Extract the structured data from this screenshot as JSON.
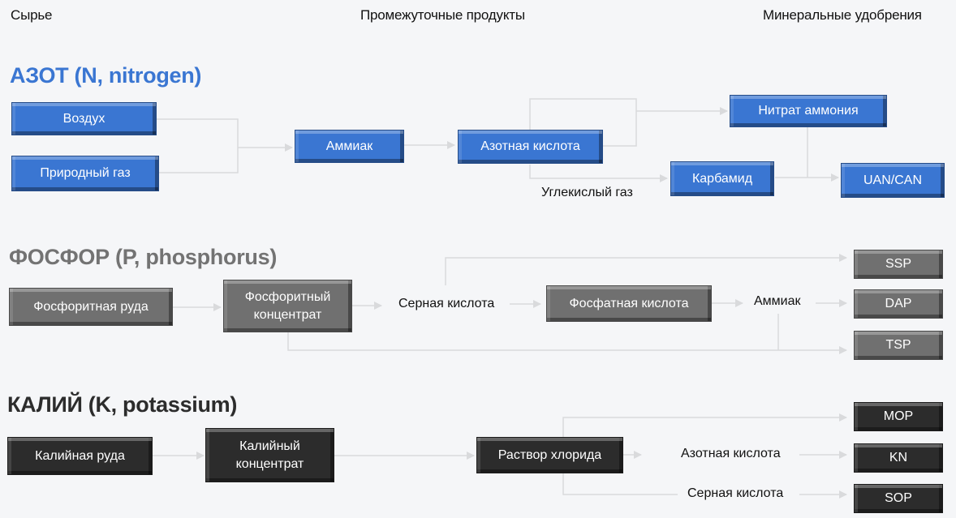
{
  "columns": {
    "raw": "Сырье",
    "intermediate": "Промежуточные продукты",
    "fertilizers": "Минеральные удобрения"
  },
  "colors": {
    "nitrogen": "#3a76d2",
    "phosphorus": "#707070",
    "potassium": "#2c2c2c",
    "connector": "#d9dadc"
  },
  "nitrogen": {
    "title": "АЗОТ (N, nitrogen)",
    "nodes": {
      "air": "Воздух",
      "natural_gas": "Природный газ",
      "ammonia": "Аммиак",
      "nitric_acid": "Азотная кислота",
      "ammonium_nitrate": "Нитрат аммония",
      "urea": "Карбамид",
      "uan_can": "UAN/CAN"
    },
    "labels": {
      "co2": "Углекислый газ"
    }
  },
  "phosphorus": {
    "title": "ФОСФОР (P, phosphorus)",
    "nodes": {
      "ore": "Фосфоритная руда",
      "concentrate": "Фосфоритный концентрат",
      "phosphoric_acid": "Фосфатная кислота",
      "ssp": "SSP",
      "dap": "DAP",
      "tsp": "TSP"
    },
    "labels": {
      "sulfuric_acid": "Серная кислота",
      "ammonia": "Аммиак"
    }
  },
  "potassium": {
    "title": "КАЛИЙ (K, potassium)",
    "nodes": {
      "ore": "Калийная руда",
      "concentrate": "Калийный концентрат",
      "chloride_solution": "Раствор хлорида",
      "mop": "MOP",
      "kn": "KN",
      "sop": "SOP"
    },
    "labels": {
      "nitric_acid": "Азотная кислота",
      "sulfuric_acid": "Серная кислота"
    }
  }
}
